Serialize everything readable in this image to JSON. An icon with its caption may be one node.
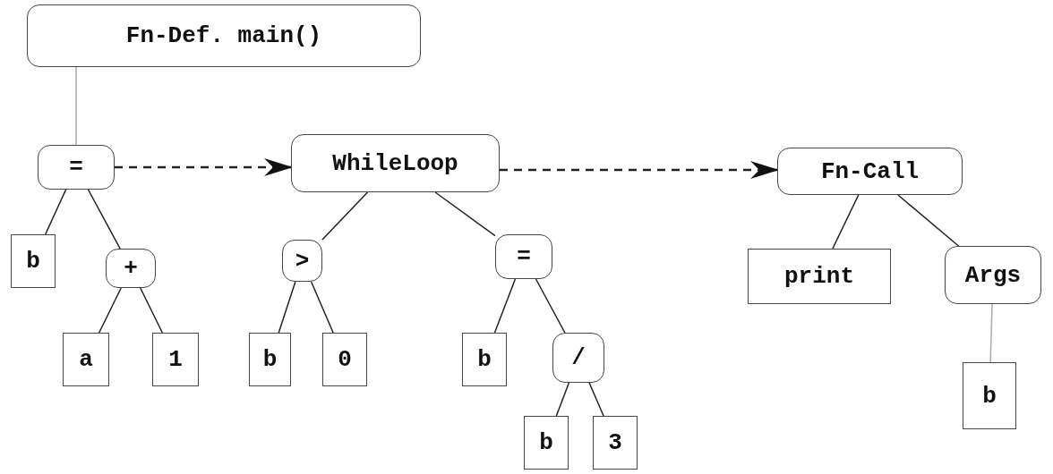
{
  "diagram": {
    "nodes": [
      {
        "text": [
          "Fn-Def. main()"
        ]
      },
      {
        "text": [
          "="
        ]
      },
      {
        "text": [
          "b"
        ]
      },
      {
        "text": [
          "+"
        ]
      },
      {
        "text": [
          "a"
        ]
      },
      {
        "text": [
          "1"
        ]
      },
      {
        "text": [
          "WhileLoop"
        ]
      },
      {
        "text": [
          ">"
        ]
      },
      {
        "text": [
          "b"
        ]
      },
      {
        "text": [
          "0"
        ]
      },
      {
        "text": [
          "="
        ]
      },
      {
        "text": [
          "b"
        ]
      },
      {
        "text": [
          "/"
        ]
      },
      {
        "text": [
          "b"
        ]
      },
      {
        "text": [
          "3"
        ]
      },
      {
        "text": [
          "Fn-Call"
        ]
      },
      {
        "text": [
          "print"
        ]
      },
      {
        "text": [
          "Args"
        ]
      },
      {
        "text": [
          "b"
        ]
      }
    ],
    "edges": [
      {
        "from": 0,
        "to": 1,
        "arrow": "none",
        "color": "#aaaaaa"
      },
      {
        "from": 1,
        "to": 6,
        "arrow": "to",
        "style": "dashed"
      },
      {
        "from": 6,
        "to": 15,
        "arrow": "to",
        "style": "dashed"
      },
      {
        "from": 1,
        "to": 2,
        "arrow": "none"
      },
      {
        "from": 1,
        "to": 3,
        "arrow": "none"
      },
      {
        "from": 3,
        "to": 4,
        "arrow": "none"
      },
      {
        "from": 3,
        "to": 5,
        "arrow": "none"
      },
      {
        "from": 6,
        "to": 7,
        "arrow": "none"
      },
      {
        "from": 6,
        "to": 10,
        "arrow": "none"
      },
      {
        "from": 7,
        "to": 8,
        "arrow": "none"
      },
      {
        "from": 7,
        "to": 9,
        "arrow": "none"
      },
      {
        "from": 10,
        "to": 11,
        "arrow": "none"
      },
      {
        "from": 10,
        "to": 12,
        "arrow": "none"
      },
      {
        "from": 12,
        "to": 13,
        "arrow": "none"
      },
      {
        "from": 12,
        "to": 14,
        "arrow": "none"
      },
      {
        "from": 15,
        "to": 16,
        "arrow": "none"
      },
      {
        "from": 15,
        "to": 17,
        "arrow": "none"
      },
      {
        "from": 17,
        "to": 18,
        "arrow": "none",
        "color": "#aaaaaa"
      }
    ]
  }
}
